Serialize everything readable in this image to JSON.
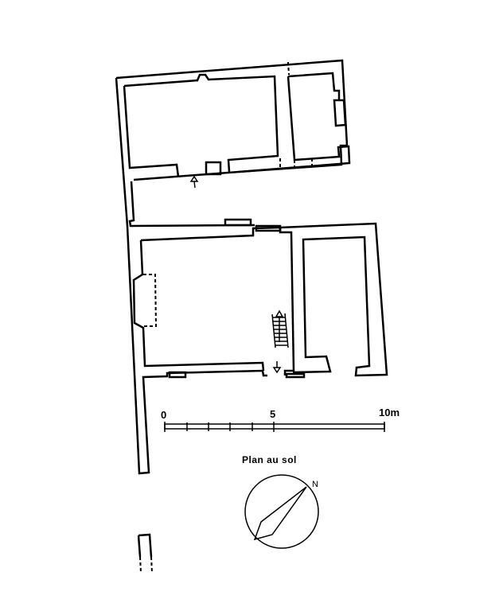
{
  "title": "Plan au sol",
  "colors": {
    "ink": "#000000",
    "paper": "#ffffff"
  },
  "scale_bar": {
    "labels": [
      "0",
      "5",
      "10m"
    ],
    "unit": "m",
    "max": 10,
    "minor_ticks": [
      1,
      2,
      3,
      4
    ]
  },
  "north_arrow": {
    "label": "N"
  },
  "rooms": [
    {
      "id": "north-main-room",
      "description": "large rectangular room, upper building"
    },
    {
      "id": "north-side-room",
      "description": "small room east of upper building"
    },
    {
      "id": "corridor",
      "description": "passage between upper and lower buildings"
    },
    {
      "id": "south-main-room",
      "description": "large room with fireplace and staircase"
    },
    {
      "id": "south-annex",
      "description": "long narrow room to the east"
    }
  ],
  "features": {
    "entrance_arrows": 2,
    "staircase": "stair with up arrow",
    "fireplace": "dashed outline on west wall"
  }
}
